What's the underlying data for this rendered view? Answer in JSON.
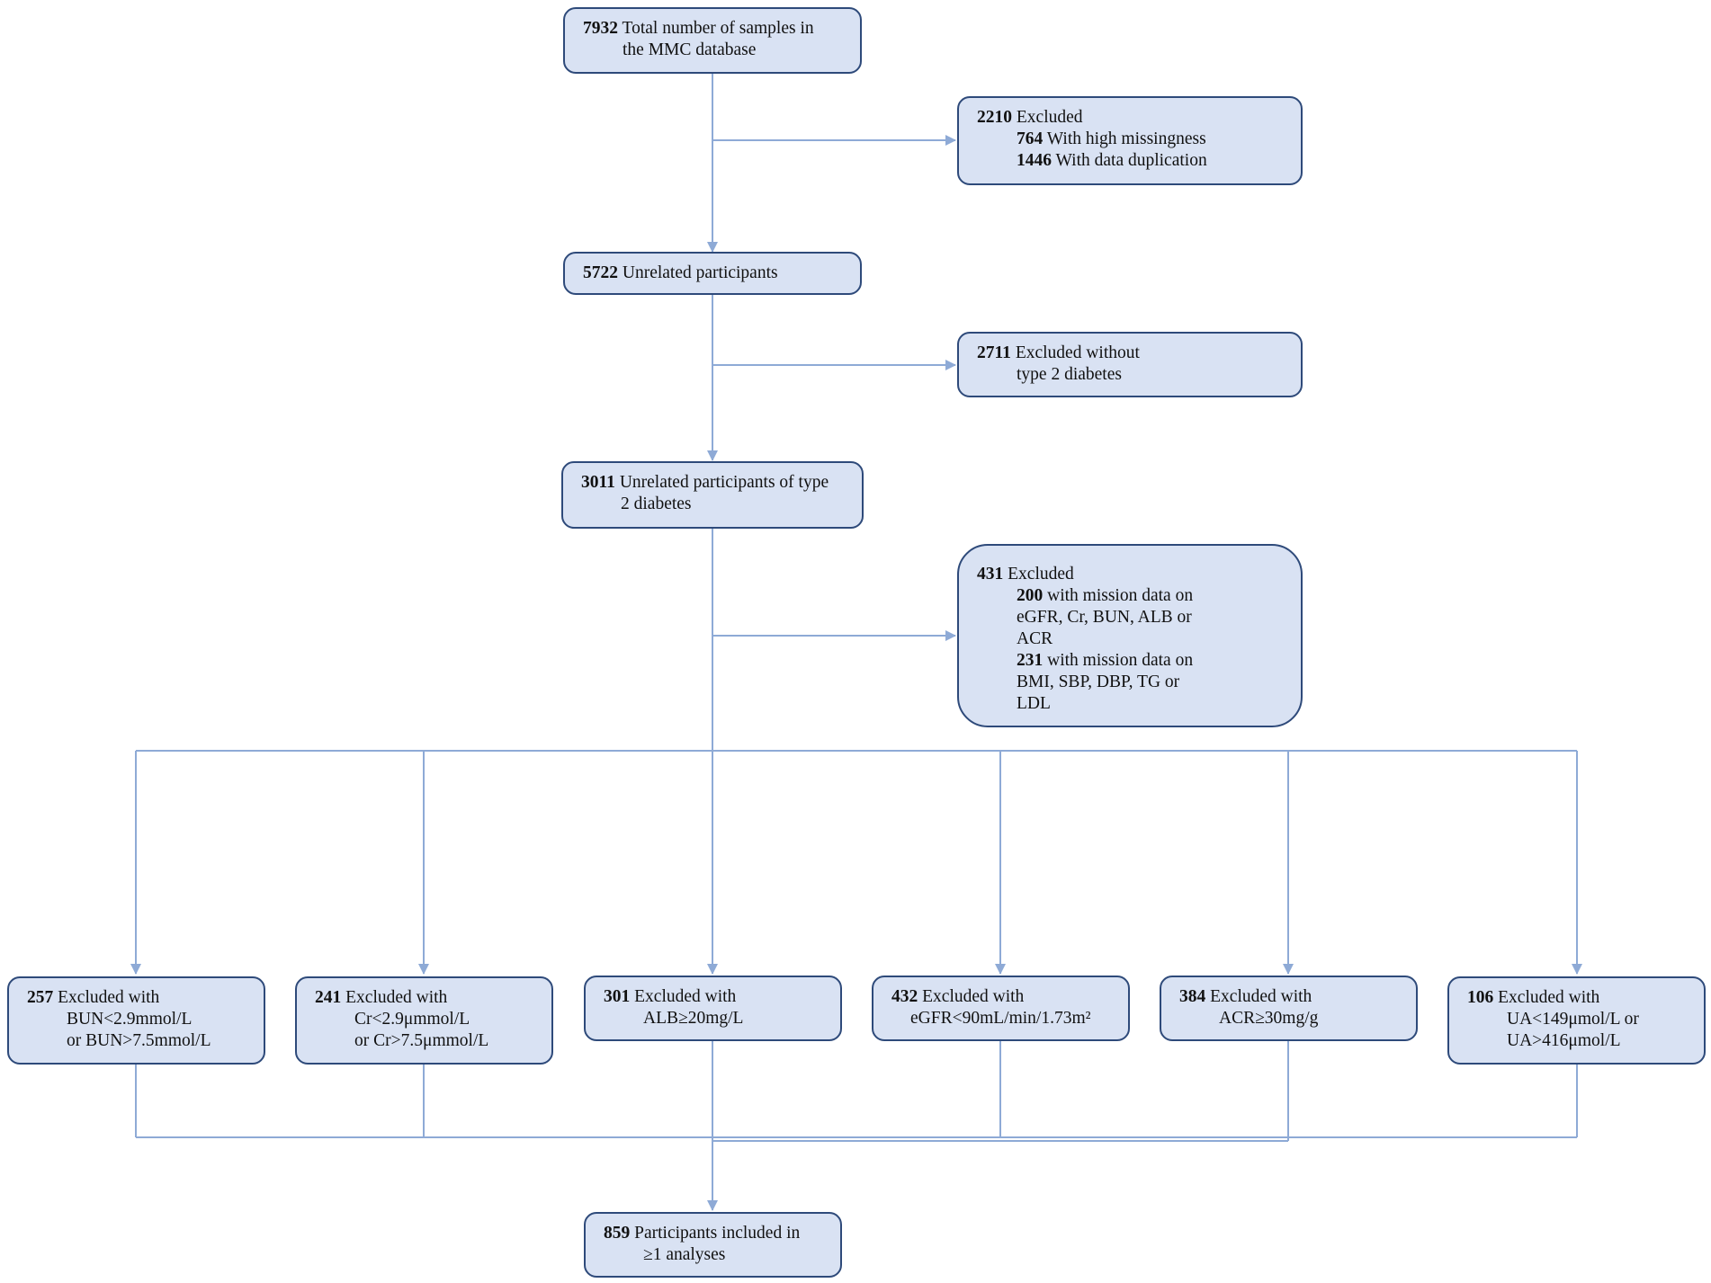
{
  "flow": {
    "total": {
      "n": "7932",
      "l1": "Total number of samples in",
      "l2": "the MMC database"
    },
    "excl1": {
      "n": "2210",
      "l1": "Excluded",
      "items": [
        {
          "n": "764",
          "t": "With high missingness"
        },
        {
          "n": "1446",
          "t": "With data duplication"
        }
      ]
    },
    "unrel": {
      "n": "5722",
      "l1": "Unrelated participants"
    },
    "excl2": {
      "n": "2711",
      "l1": "Excluded without",
      "l2": "type 2 diabetes"
    },
    "t2d": {
      "n": "3011",
      "l1": "Unrelated participants of type",
      "l2": "2 diabetes"
    },
    "excl3": {
      "n": "431",
      "l1": "Excluded",
      "a_n": "200",
      "a1": "with mission data on",
      "a2": "eGFR, Cr, BUN, ALB or",
      "a3": "ACR",
      "b_n": "231",
      "b1": "with mission data on",
      "b2": "BMI, SBP, DBP, TG or",
      "b3": "LDL"
    },
    "bottom": [
      {
        "n": "257",
        "l1": "Excluded with",
        "l2": "BUN<2.9mmol/L",
        "l3": "or BUN>7.5mmol/L"
      },
      {
        "n": "241",
        "l1": "Excluded with",
        "l2": "Cr<2.9μmmol/L",
        "l3": "or Cr>7.5μmmol/L"
      },
      {
        "n": "301",
        "l1": "Excluded with",
        "l2": "ALB≥20mg/L"
      },
      {
        "n": "432",
        "l1": "Excluded with",
        "l2": "eGFR<90mL/min/1.73m²"
      },
      {
        "n": "384",
        "l1": "Excluded with",
        "l2": "ACR≥30mg/g"
      },
      {
        "n": "106",
        "l1": "Excluded with",
        "l2": "UA<149μmol/L or",
        "l3": "UA>416μmol/L"
      }
    ],
    "final": {
      "n": "859",
      "l1": "Participants included in",
      "l2": "≥1 analyses"
    }
  },
  "colors": {
    "box_fill": "#d9e2f3",
    "box_border": "#2e4a7a",
    "connector": "#8eaad6"
  }
}
